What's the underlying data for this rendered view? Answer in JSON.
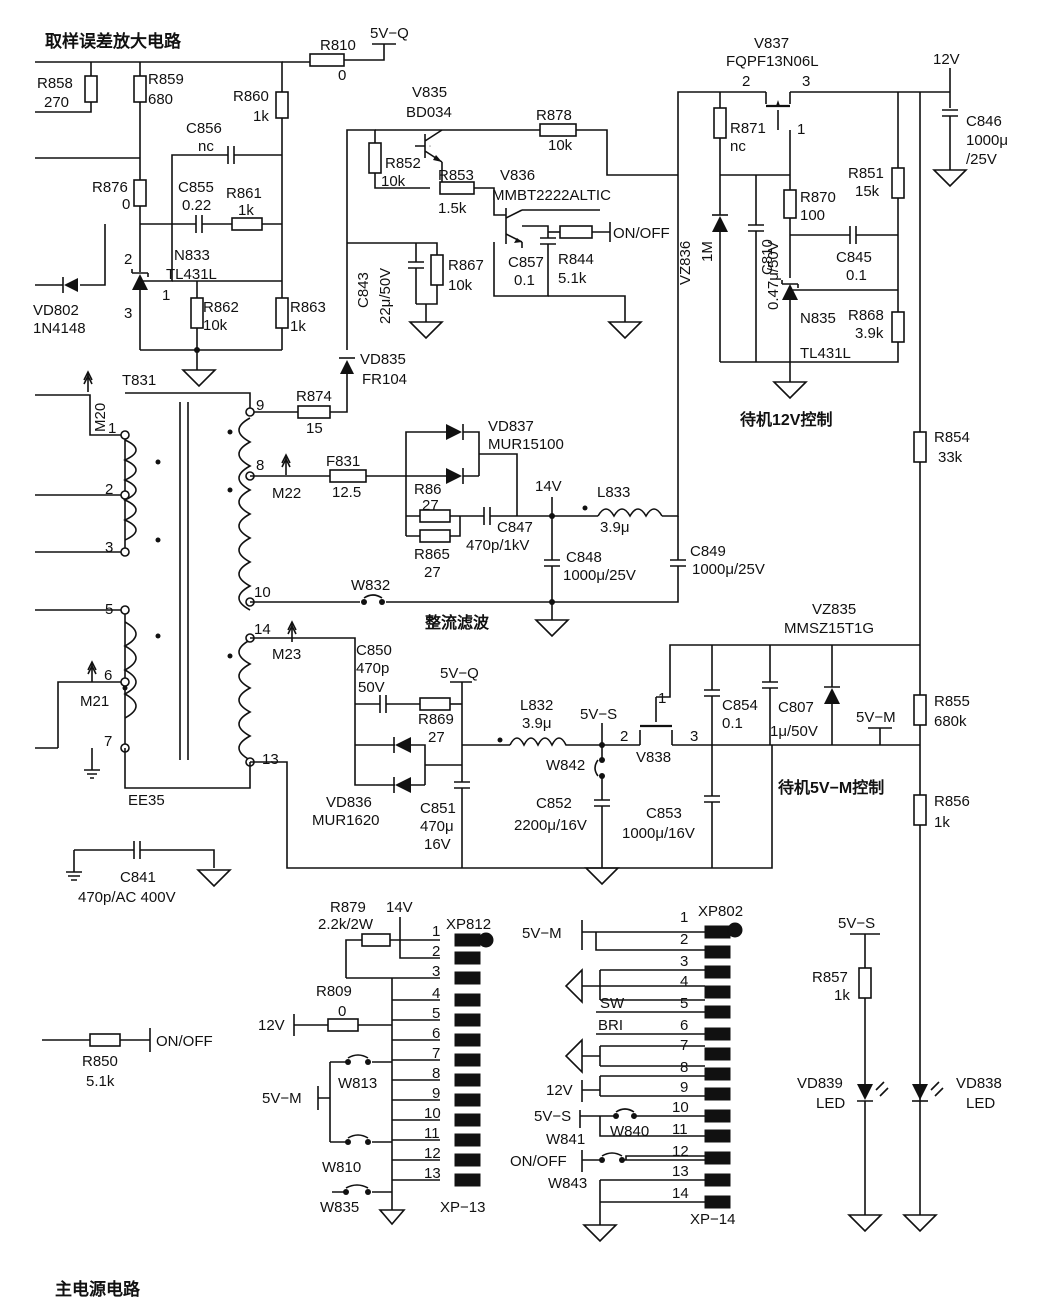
{
  "titles": {
    "sampling": "取样误差放大电路",
    "main": "主电源电路",
    "standby12": "待机12V控制",
    "rectify": "整流滤波",
    "standby5m": "待机5V−M控制"
  },
  "rails": {
    "v5q": "5V−Q",
    "v12": "12V",
    "v14": "14V",
    "v5s": "5V−S",
    "v5m": "5V−M",
    "onoff": "ON/OFF",
    "sw": "SW",
    "bri": "BRI"
  },
  "transformer": {
    "ref": "T831",
    "core": "EE35",
    "pins": [
      "1",
      "2",
      "3",
      "5",
      "6",
      "7",
      "9",
      "8",
      "10",
      "14",
      "13"
    ],
    "markers": [
      "M20",
      "M21",
      "M22",
      "M23"
    ]
  },
  "components": {
    "R810": {
      "ref": "R810",
      "val": "0"
    },
    "R858": {
      "ref": "R858",
      "val": "270"
    },
    "R859": {
      "ref": "R859",
      "val": "680"
    },
    "R860": {
      "ref": "R860",
      "val": "1k"
    },
    "C856": {
      "ref": "C856",
      "val": "nc"
    },
    "R876": {
      "ref": "R876",
      "val": "0"
    },
    "C855": {
      "ref": "C855",
      "val": "0.22"
    },
    "R861": {
      "ref": "R861",
      "val": "1k"
    },
    "N833": {
      "ref": "N833",
      "val": "TL431L"
    },
    "VD802": {
      "ref": "VD802",
      "val": "1N4148"
    },
    "R862": {
      "ref": "R862",
      "val": "10k"
    },
    "R863": {
      "ref": "R863",
      "val": "1k"
    },
    "V835": {
      "ref": "V835",
      "val": "BD034"
    },
    "R852": {
      "ref": "R852",
      "val": "10k"
    },
    "R853": {
      "ref": "R853",
      "val": "1.5k"
    },
    "R878": {
      "ref": "R878",
      "val": "10k"
    },
    "V836": {
      "ref": "V836",
      "val": "MMBT2222ALTIC"
    },
    "C857": {
      "ref": "C857",
      "val": "0.1"
    },
    "R844": {
      "ref": "R844",
      "val": "5.1k"
    },
    "C843": {
      "ref": "C843",
      "val": "22μ/50V"
    },
    "R867": {
      "ref": "R867",
      "val": "10k"
    },
    "VD835": {
      "ref": "VD835",
      "val": "FR104"
    },
    "R874": {
      "ref": "R874",
      "val": "15"
    },
    "V837": {
      "ref": "V837",
      "val": "FQPF13N06L"
    },
    "R871": {
      "ref": "R871",
      "val": "nc"
    },
    "VZ836": {
      "ref": "VZ836",
      "val": "1M"
    },
    "C810": {
      "ref": "C810",
      "val": "0.47μ/50V"
    },
    "R870": {
      "ref": "R870",
      "val": "100"
    },
    "R851": {
      "ref": "R851",
      "val": "15k"
    },
    "C845": {
      "ref": "C845",
      "val": "0.1"
    },
    "N835": {
      "ref": "N835",
      "val": "TL431L"
    },
    "R868": {
      "ref": "R868",
      "val": "3.9k"
    },
    "C846": {
      "ref": "C846",
      "val": "1000μ",
      "val2": "/25V"
    },
    "R854": {
      "ref": "R854",
      "val": "33k"
    },
    "VD837": {
      "ref": "VD837",
      "val": "MUR15100"
    },
    "F831": {
      "ref": "F831",
      "val": "12.5"
    },
    "R86": {
      "ref": "R86",
      "val": "27"
    },
    "R865": {
      "ref": "R865",
      "val": "27"
    },
    "C847": {
      "ref": "C847",
      "val": "470p/1kV"
    },
    "L833": {
      "ref": "L833",
      "val": "3.9μ"
    },
    "C848": {
      "ref": "C848",
      "val": "1000μ/25V"
    },
    "C849": {
      "ref": "C849",
      "val": "1000μ/25V"
    },
    "W832": {
      "ref": "W832"
    },
    "VZ835": {
      "ref": "VZ835",
      "val": "MMSZ15T1G"
    },
    "C850": {
      "ref": "C850",
      "val": "470p",
      "val2": "50V"
    },
    "R869": {
      "ref": "R869",
      "val": "27"
    },
    "L832": {
      "ref": "L832",
      "val": "3.9μ"
    },
    "V838": {
      "ref": "V838"
    },
    "C854": {
      "ref": "C854",
      "val": "0.1"
    },
    "C807": {
      "ref": "C807",
      "val": "1μ/50V"
    },
    "R855": {
      "ref": "R855",
      "val": "680k"
    },
    "VD836": {
      "ref": "VD836",
      "val": "MUR1620"
    },
    "C851": {
      "ref": "C851",
      "val": "470μ",
      "val2": "16V"
    },
    "W842": {
      "ref": "W842"
    },
    "C852": {
      "ref": "C852",
      "val": "2200μ/16V"
    },
    "C853": {
      "ref": "C853",
      "val": "1000μ/16V"
    },
    "R856": {
      "ref": "R856",
      "val": "1k"
    },
    "C841": {
      "ref": "C841",
      "val": "470p/AC 400V"
    },
    "R850": {
      "ref": "R850",
      "val": "5.1k"
    },
    "R879": {
      "ref": "R879",
      "val": "2.2k/2W"
    },
    "R809": {
      "ref": "R809",
      "val": "0"
    },
    "W813": {
      "ref": "W813"
    },
    "W810": {
      "ref": "W810"
    },
    "W835": {
      "ref": "W835"
    },
    "W840": {
      "ref": "W840"
    },
    "W841": {
      "ref": "W841"
    },
    "W843": {
      "ref": "W843"
    },
    "R857": {
      "ref": "R857",
      "val": "1k"
    },
    "VD839": {
      "ref": "VD839",
      "val": "LED"
    },
    "VD838": {
      "ref": "VD838",
      "val": "LED"
    }
  },
  "pin_numbers": {
    "n1": "1",
    "n2": "2",
    "n3": "3"
  },
  "connectors": {
    "xp812": {
      "ref": "XP812",
      "type": "XP−13",
      "pins": [
        "1",
        "2",
        "3",
        "4",
        "5",
        "6",
        "7",
        "8",
        "9",
        "10",
        "11",
        "12",
        "13"
      ]
    },
    "xp802": {
      "ref": "XP802",
      "type": "XP−14",
      "pins": [
        "1",
        "2",
        "3",
        "4",
        "5",
        "6",
        "7",
        "8",
        "9",
        "10",
        "11",
        "12",
        "13",
        "14"
      ]
    }
  }
}
